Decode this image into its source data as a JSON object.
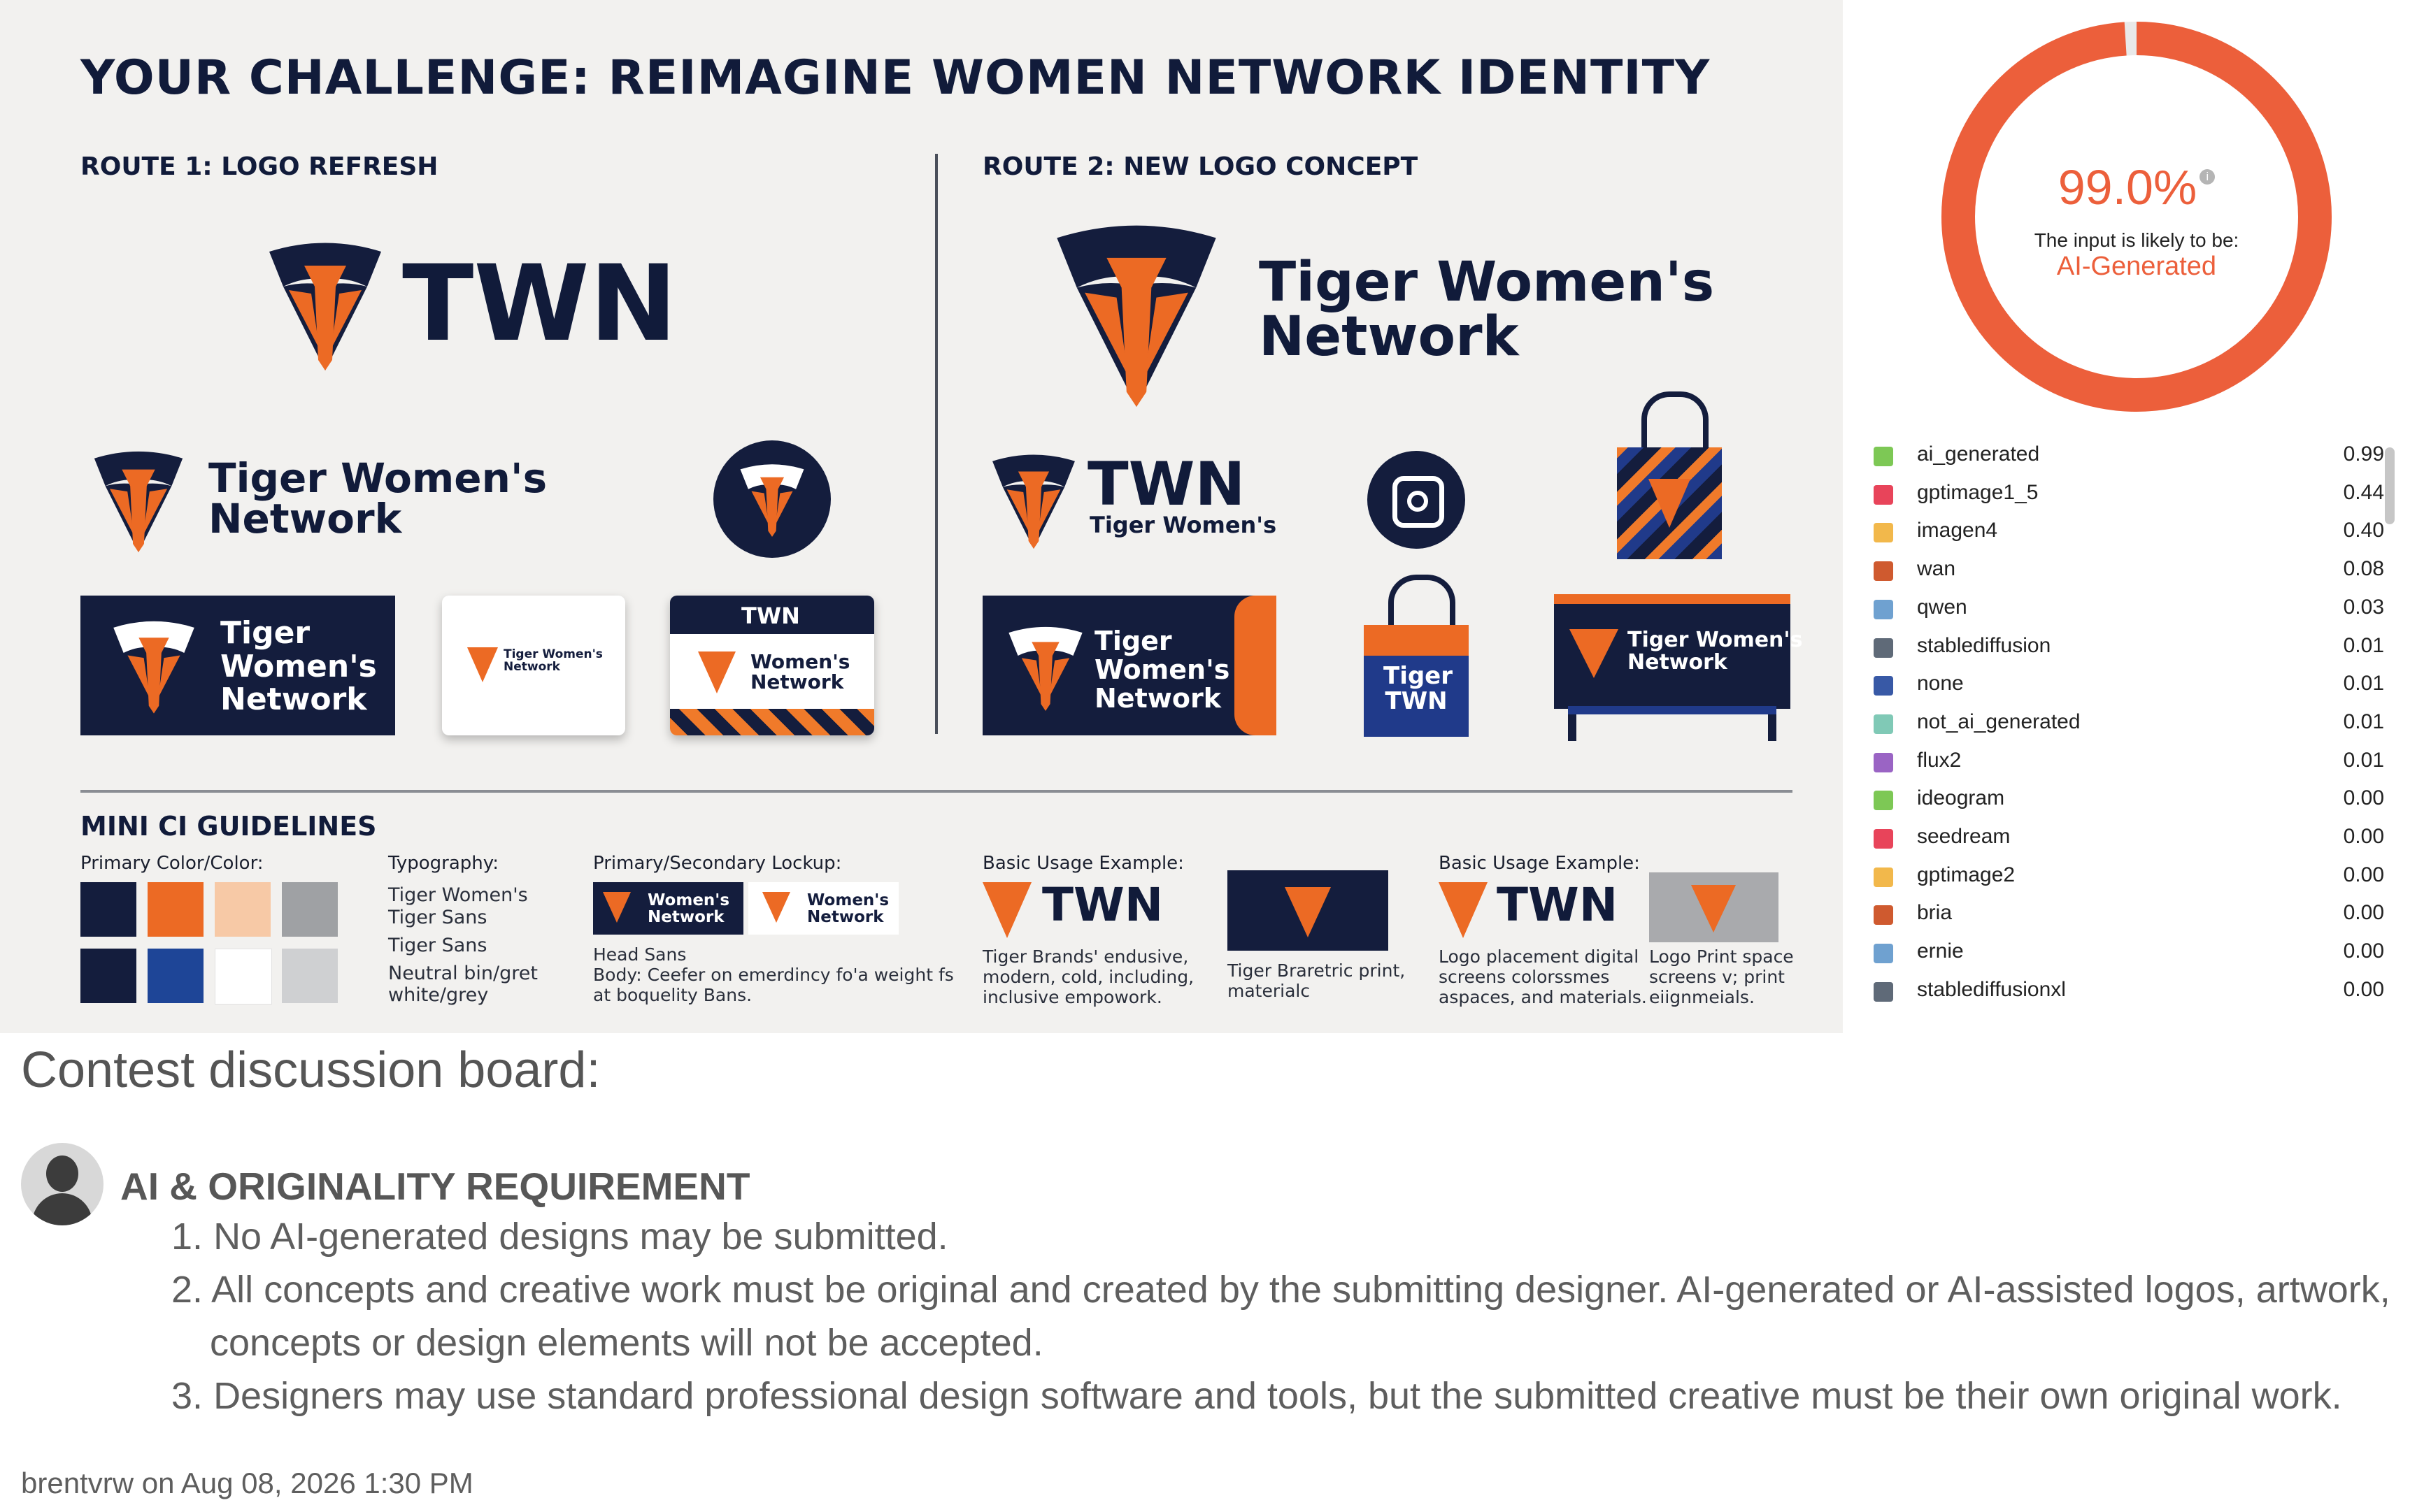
{
  "board": {
    "title": "YOUR CHALLENGE: REIMAGINE WOMEN NETWORK IDENTITY",
    "route1": {
      "label": "ROUTE 1: LOGO REFRESH",
      "main_wordmark": "TWN",
      "lockup_line1": "Tiger Women's",
      "lockup_line2": "Network",
      "card1_line1": "Tiger",
      "card1_line2": "Women's",
      "card1_line3": "Network",
      "card2_line1": "Tiger Women's",
      "card2_line2": "Network",
      "card3_header": "TWN",
      "card3_line1": "Women's",
      "card3_line2": "Network"
    },
    "route2": {
      "label": "ROUTE 2: NEW LOGO CONCEPT",
      "main_line1": "Tiger Women's",
      "main_line2": "Network",
      "lockup_wordmark": "TWN",
      "lockup_sub": "Tiger Women's",
      "card1_line1": "Tiger",
      "card1_line2": "Women's",
      "card1_line3": "Network",
      "tote_line1": "Tiger",
      "tote_line2": "TWN",
      "screen_line1": "Tiger Women's",
      "screen_line2": "Network"
    },
    "guidelines": {
      "heading": "MINI CI GUIDELINES",
      "color_label": "Primary Color/Color:",
      "swatches_row1": [
        "#141d3d",
        "#ec6a24",
        "#f7c9a6",
        "#9fa1a4"
      ],
      "swatches_row2": [
        "#141d3d",
        "#1e4597",
        "#ffffff",
        "#cfd0d2"
      ],
      "typography_label": "Typography:",
      "typography_lines": [
        "Tiger Women's",
        "Tiger Sans",
        "Tiger Sans",
        "Neutral bin/gret",
        "white/grey"
      ],
      "lockup_label": "Primary/Secondary Lockup:",
      "lockup_primary_1": "Women's",
      "lockup_primary_2": "Network",
      "lockup_secondary_1": "Women's",
      "lockup_secondary_2": "Network",
      "lockup_note_1": "Head Sans",
      "lockup_note_2": "Body: Ceefer on emerdincy fo'a weight fs",
      "lockup_note_3": "at boquelity Bans.",
      "usage1_label": "Basic Usage Example:",
      "usage1_wordmark": "TWN",
      "usage1_lines": [
        "Tiger Brands' endusive,",
        "modern, cold, including,",
        "inclusive empowork."
      ],
      "usage1b_lines": [
        "Tiger Braretric print,",
        "materialc"
      ],
      "usage2_label": "Basic Usage Example:",
      "usage2_wordmark": "TWN",
      "usage2_lines": [
        "Logo placement digital",
        "screens colorssmes",
        "aspaces, and materials."
      ],
      "usage2b_lines": [
        "Logo Print space",
        "screens v; print",
        "eiignmeials."
      ]
    }
  },
  "detector": {
    "score_text": "99.0%",
    "score_fraction": 0.99,
    "info_icon": "info-icon",
    "likely_label": "The input is likely to be:",
    "verdict": "AI-Generated",
    "ring_color": "#ec5f3b",
    "rows": [
      {
        "name": "ai_generated",
        "value": "0.99",
        "color": "#7dc855"
      },
      {
        "name": "gptimage1_5",
        "value": "0.44",
        "color": "#e8445a"
      },
      {
        "name": "imagen4",
        "value": "0.40",
        "color": "#f2b84b"
      },
      {
        "name": "wan",
        "value": "0.08",
        "color": "#cf5a2f"
      },
      {
        "name": "qwen",
        "value": "0.03",
        "color": "#6fa1d0"
      },
      {
        "name": "stablediffusion",
        "value": "0.01",
        "color": "#5f6a78"
      },
      {
        "name": "none",
        "value": "0.01",
        "color": "#3859a6"
      },
      {
        "name": "not_ai_generated",
        "value": "0.01",
        "color": "#80c9b6"
      },
      {
        "name": "flux2",
        "value": "0.01",
        "color": "#9a64c4"
      },
      {
        "name": "ideogram",
        "value": "0.00",
        "color": "#7dc855"
      },
      {
        "name": "seedream",
        "value": "0.00",
        "color": "#e8445a"
      },
      {
        "name": "gptimage2",
        "value": "0.00",
        "color": "#f2b84b"
      },
      {
        "name": "bria",
        "value": "0.00",
        "color": "#cf5a2f"
      },
      {
        "name": "ernie",
        "value": "0.00",
        "color": "#6fa1d0"
      },
      {
        "name": "stablediffusionxl",
        "value": "0.00",
        "color": "#5f6a78"
      }
    ]
  },
  "discussion": {
    "heading": "Contest discussion board:",
    "avatar_icon": "user-avatar-icon",
    "post_title": "AI & ORIGINALITY REQUIREMENT",
    "items": [
      {
        "num": "1.",
        "line1": "No AI-generated designs may be submitted."
      },
      {
        "num": "2.",
        "line1": "All concepts and creative work must be original and created by the submitting designer. AI-generated or AI-assisted logos, artwork,",
        "line2": "concepts or design elements will not be accepted."
      },
      {
        "num": "3.",
        "line1": "Designers may use standard professional design software and tools, but the submitted creative must be their own original work."
      }
    ],
    "byline": "brentvrw on Aug 08, 2026 1:30 PM"
  }
}
